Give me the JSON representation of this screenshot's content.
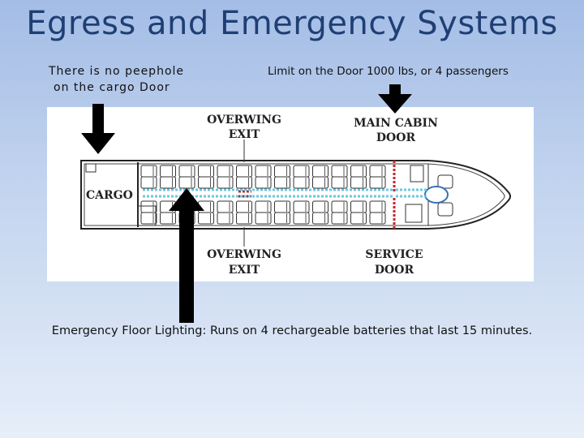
{
  "slide": {
    "title": "Egress and Emergency Systems",
    "note_cargo_line1": "There is no peephole",
    "note_cargo_line2": "on the cargo Door",
    "note_limit": "Limit on the Door 1000 lbs, or 4 passengers",
    "note_lighting": "Emergency Floor Lighting: Runs on 4 rechargeable batteries that last 15 minutes."
  },
  "diagram": {
    "overwing_exit_top_1": "OVERWING",
    "overwing_exit_top_2": "EXIT",
    "main_cabin_door_1": "MAIN CABIN",
    "main_cabin_door_2": "DOOR",
    "cargo": "CARGO",
    "overwing_exit_bottom_1": "OVERWING",
    "overwing_exit_bottom_2": "EXIT",
    "service_door_1": "SERVICE",
    "service_door_2": "DOOR",
    "floor_lighting_color": "#6fc6dd",
    "door_marker_color": "#c0272d"
  }
}
